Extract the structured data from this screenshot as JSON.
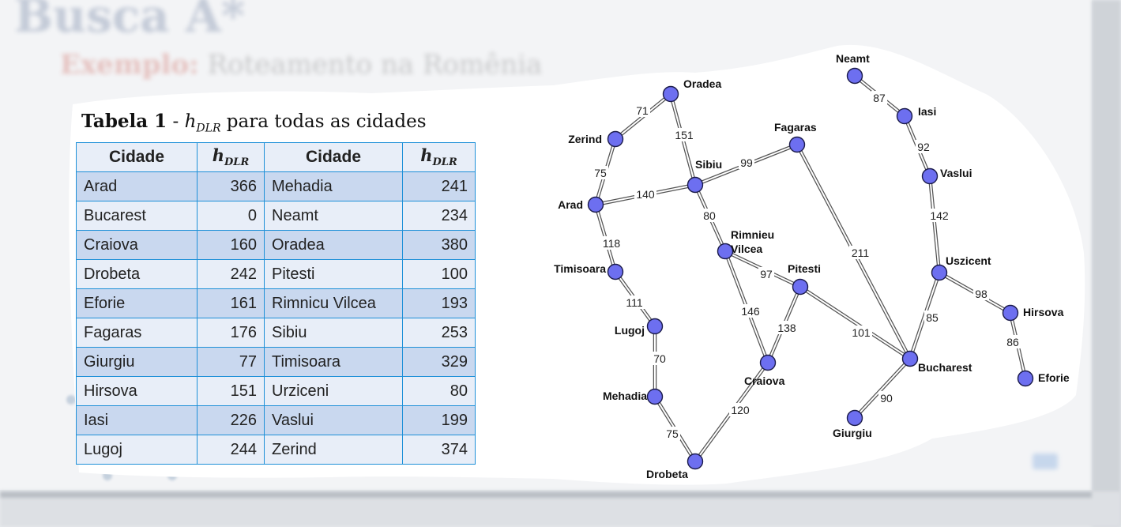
{
  "background": {
    "title": "Busca A*",
    "subtitle_label": "Exemplo:",
    "subtitle_text": "Roteamento na Romênia"
  },
  "table": {
    "caption_bold": "Tabela 1",
    "caption_sep": " - ",
    "caption_math": "h",
    "caption_math_sub": "DLR",
    "caption_rest": " para todas as cidades",
    "headers": [
      "Cidade",
      "h",
      "Cidade",
      "h"
    ],
    "header_sub": "DLR",
    "rows": [
      [
        "Arad",
        "366",
        "Mehadia",
        "241"
      ],
      [
        "Bucarest",
        "0",
        "Neamt",
        "234"
      ],
      [
        "Craiova",
        "160",
        "Oradea",
        "380"
      ],
      [
        "Drobeta",
        "242",
        "Pitesti",
        "100"
      ],
      [
        "Eforie",
        "161",
        "Rimnicu Vilcea",
        "193"
      ],
      [
        "Fagaras",
        "176",
        "Sibiu",
        "253"
      ],
      [
        "Giurgiu",
        "77",
        "Timisoara",
        "329"
      ],
      [
        "Hirsova",
        "151",
        "Urziceni",
        "80"
      ],
      [
        "Iasi",
        "226",
        "Vaslui",
        "199"
      ],
      [
        "Lugoj",
        "244",
        "Zerind",
        "374"
      ]
    ]
  },
  "graph": {
    "node_color": "#6d6ff0",
    "cities": [
      {
        "id": "Oradea",
        "label": [
          "Oradea"
        ]
      },
      {
        "id": "Zerind",
        "label": [
          "Zerind"
        ]
      },
      {
        "id": "Arad",
        "label": [
          "Arad"
        ]
      },
      {
        "id": "Sibiu",
        "label": [
          "Sibiu"
        ]
      },
      {
        "id": "Fagaras",
        "label": [
          "Fagaras"
        ]
      },
      {
        "id": "Timisoara",
        "label": [
          "Timisoara"
        ]
      },
      {
        "id": "Lugoj",
        "label": [
          "Lugoj"
        ]
      },
      {
        "id": "Mehadia",
        "label": [
          "Mehadia"
        ]
      },
      {
        "id": "Drobeta",
        "label": [
          "Drobeta"
        ]
      },
      {
        "id": "Rimnicu Vilcea",
        "label": [
          "Rimnieu",
          "Vilcea"
        ]
      },
      {
        "id": "Pitesti",
        "label": [
          "Pitesti"
        ]
      },
      {
        "id": "Craiova",
        "label": [
          "Craiova"
        ]
      },
      {
        "id": "Bucharest",
        "label": [
          "Bucharest"
        ]
      },
      {
        "id": "Giurgiu",
        "label": [
          "Giurgiu"
        ]
      },
      {
        "id": "Urziceni",
        "label": [
          "Uszicent"
        ]
      },
      {
        "id": "Hirsova",
        "label": [
          "Hirsova"
        ]
      },
      {
        "id": "Eforie",
        "label": [
          "Eforie"
        ]
      },
      {
        "id": "Vaslui",
        "label": [
          "Vaslui"
        ]
      },
      {
        "id": "Iasi",
        "label": [
          "Iasi"
        ]
      },
      {
        "id": "Neamt",
        "label": [
          "Neamt"
        ]
      }
    ],
    "roads": [
      {
        "from": "Oradea",
        "to": "Zerind",
        "distance": "71"
      },
      {
        "from": "Oradea",
        "to": "Sibiu",
        "distance": "151"
      },
      {
        "from": "Zerind",
        "to": "Arad",
        "distance": "75"
      },
      {
        "from": "Arad",
        "to": "Sibiu",
        "distance": "140"
      },
      {
        "from": "Arad",
        "to": "Timisoara",
        "distance": "118"
      },
      {
        "from": "Sibiu",
        "to": "Fagaras",
        "distance": "99"
      },
      {
        "from": "Sibiu",
        "to": "Rimnicu Vilcea",
        "distance": "80"
      },
      {
        "from": "Timisoara",
        "to": "Lugoj",
        "distance": "111"
      },
      {
        "from": "Lugoj",
        "to": "Mehadia",
        "distance": "70"
      },
      {
        "from": "Mehadia",
        "to": "Drobeta",
        "distance": "75"
      },
      {
        "from": "Drobeta",
        "to": "Craiova",
        "distance": "120"
      },
      {
        "from": "Rimnicu Vilcea",
        "to": "Pitesti",
        "distance": "97"
      },
      {
        "from": "Rimnicu Vilcea",
        "to": "Craiova",
        "distance": "146"
      },
      {
        "from": "Craiova",
        "to": "Pitesti",
        "distance": "138"
      },
      {
        "from": "Pitesti",
        "to": "Bucharest",
        "distance": "101"
      },
      {
        "from": "Fagaras",
        "to": "Bucharest",
        "distance": "211"
      },
      {
        "from": "Bucharest",
        "to": "Giurgiu",
        "distance": "90"
      },
      {
        "from": "Bucharest",
        "to": "Urziceni",
        "distance": "85"
      },
      {
        "from": "Urziceni",
        "to": "Hirsova",
        "distance": "98"
      },
      {
        "from": "Hirsova",
        "to": "Eforie",
        "distance": "86"
      },
      {
        "from": "Urziceni",
        "to": "Vaslui",
        "distance": "142"
      },
      {
        "from": "Vaslui",
        "to": "Iasi",
        "distance": "92"
      },
      {
        "from": "Iasi",
        "to": "Neamt",
        "distance": "87"
      }
    ]
  }
}
